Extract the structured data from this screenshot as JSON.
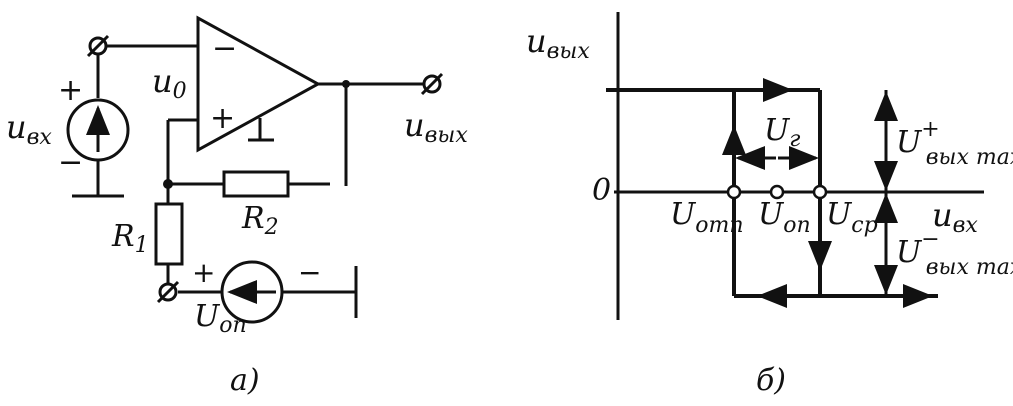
{
  "colors": {
    "ink": "#111111",
    "paper": "#ffffff"
  },
  "panel_a": {
    "caption": "a)",
    "u_in": {
      "main": "u",
      "sub": "вх"
    },
    "u_out": {
      "main": "u",
      "sub": "вых"
    },
    "u0": {
      "main": "u",
      "sub": "0"
    },
    "r1": {
      "main": "R",
      "sub": "1"
    },
    "r2": {
      "main": "R",
      "sub": "2"
    },
    "u_ref": {
      "main": "U",
      "sub": "оп"
    },
    "opamp_minus": "−",
    "opamp_plus": "+",
    "src_in_plus": "+",
    "src_in_minus": "−",
    "src_ref_plus": "+",
    "src_ref_minus": "−"
  },
  "panel_b": {
    "caption": "б)",
    "y_axis": {
      "main": "u",
      "sub": "вых"
    },
    "x_axis": {
      "main": "u",
      "sub": "вх"
    },
    "origin": "0",
    "u_off": {
      "main": "U",
      "sub": "отп"
    },
    "u_ref": {
      "main": "U",
      "sub": "оп"
    },
    "u_on": {
      "main": "U",
      "sub": "ср"
    },
    "u_hyst": {
      "main": "U",
      "sub": "г"
    },
    "u_max_pos": {
      "main": "U",
      "sup": "+",
      "sub": "вых max"
    },
    "u_max_neg": {
      "main": "U",
      "sup": "−",
      "sub": "вых max"
    }
  }
}
